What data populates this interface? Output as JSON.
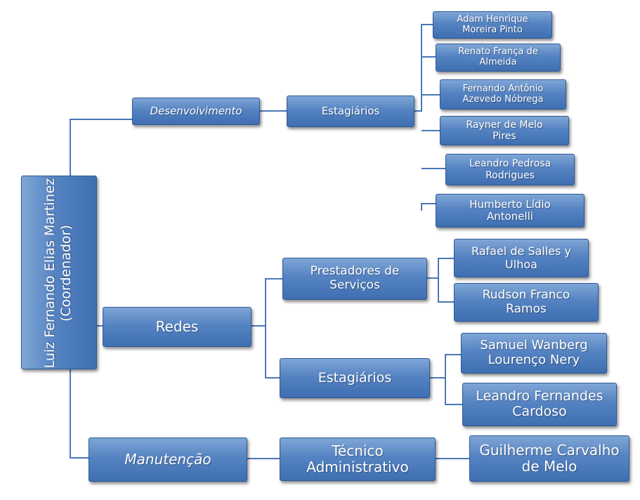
{
  "root": {
    "label": "Luiz Fernando Elias Martinez\n(Coordenador)"
  },
  "level1": {
    "desenvolvimento": "Desenvolvimento",
    "redes": "Redes",
    "manutencao": "Manutenção"
  },
  "level2": {
    "dev_estagiarios": "Estagiários",
    "redes_prestadores": "Prestadores de\nServiços",
    "redes_estagiarios": "Estagiários",
    "tecnico_admin": "Técnico\nAdministrativo"
  },
  "people": {
    "dev": [
      "Adam Henrique\nMoreira Pinto",
      "Renato França de\nAlmeida",
      "Fernando Antônio\nAzevedo Nóbrega",
      "Rayner de Melo\nPires",
      "Leandro Pedrosa\nRodrigues",
      "Humberto Lídio\nAntonelli"
    ],
    "prestadores": [
      "Rafael de Salles y\nUlhoa",
      "Rudson Franco\nRamos"
    ],
    "redes_estagiarios": [
      "Samuel Wanberg\nLourenço Nery",
      "Leandro Fernandes\nCardoso"
    ],
    "tecnico": [
      "Guilherme Carvalho\nde Melo"
    ]
  },
  "colors": {
    "node_light": "#7fa6d6",
    "node_dark": "#3f6fb2",
    "connector": "#4a78b8",
    "text": "#ffffff"
  }
}
